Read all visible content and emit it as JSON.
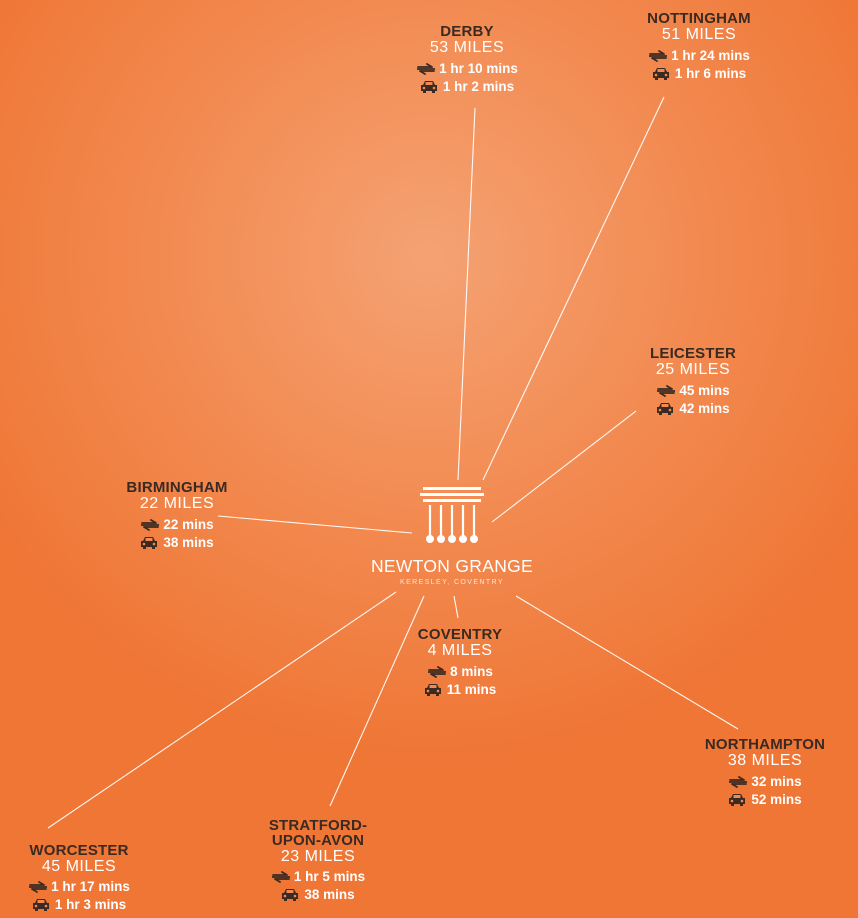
{
  "colors": {
    "background": "#f2894f",
    "city_name": "#3a2a22",
    "text": "#ffffff"
  },
  "hub": {
    "name": "NEWTON GRANGE",
    "sub": "KERESLEY, COVENTRY",
    "icon": "pillar-gate-logo"
  },
  "icons": {
    "train": "train-rail-icon",
    "car": "car-icon"
  },
  "cities": [
    {
      "key": "derby",
      "name_lines": [
        "DERBY"
      ],
      "distance": "53 MILES",
      "train": "1 hr 10 mins",
      "car": "1 hr 2 mins"
    },
    {
      "key": "nottingham",
      "name_lines": [
        "NOTTINGHAM"
      ],
      "distance": "51 MILES",
      "train": "1 hr 24 mins",
      "car": "1 hr 6 mins"
    },
    {
      "key": "leicester",
      "name_lines": [
        "LEICESTER"
      ],
      "distance": "25 MILES",
      "train": "45 mins",
      "car": "42 mins"
    },
    {
      "key": "birmingham",
      "name_lines": [
        "BIRMINGHAM"
      ],
      "distance": "22 MILES",
      "train": "22 mins",
      "car": "38 mins"
    },
    {
      "key": "coventry",
      "name_lines": [
        "COVENTRY"
      ],
      "distance": "4 MILES",
      "train": "8 mins",
      "car": "11 mins"
    },
    {
      "key": "northampton",
      "name_lines": [
        "NORTHAMPTON"
      ],
      "distance": "38 MILES",
      "train": "32 mins",
      "car": "52 mins"
    },
    {
      "key": "stratford",
      "name_lines": [
        "STRATFORD-",
        "UPON-AVON"
      ],
      "distance": "23 MILES",
      "train": "1 hr 5 mins",
      "car": "38 mins"
    },
    {
      "key": "worcester",
      "name_lines": [
        "WORCESTER"
      ],
      "distance": "45 MILES",
      "train": "1 hr 17 mins",
      "car": "1 hr 3 mins"
    }
  ]
}
